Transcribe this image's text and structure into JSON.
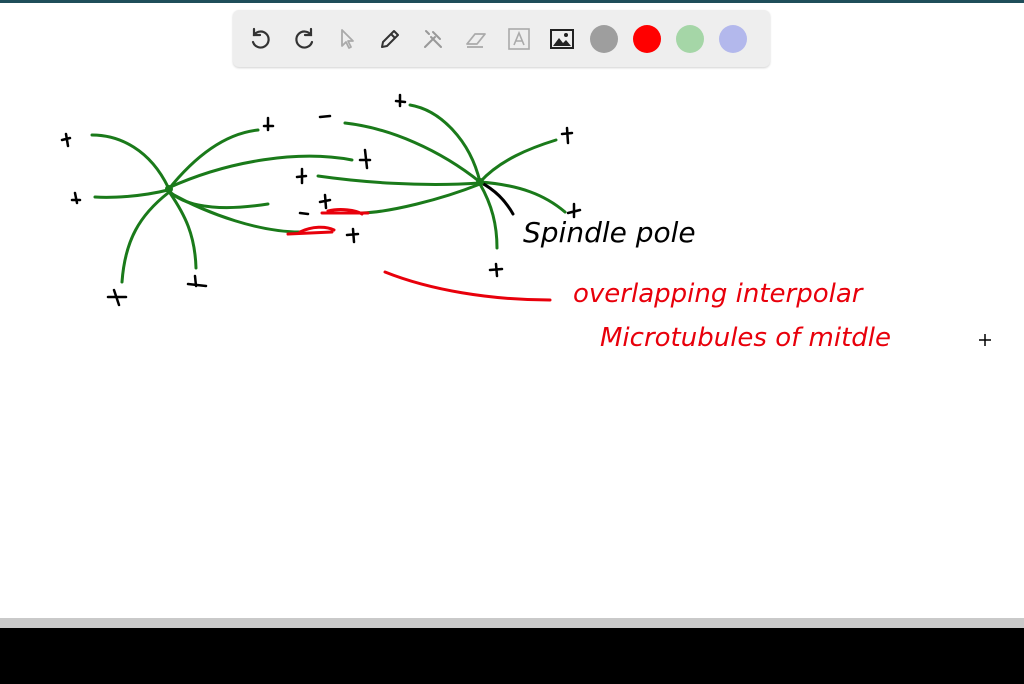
{
  "toolbar": {
    "tools": [
      "undo-icon",
      "redo-icon",
      "pointer-icon",
      "pen-icon",
      "tools-icon",
      "eraser-icon",
      "text-icon",
      "image-icon"
    ],
    "colors": {
      "gray": "#9e9e9e",
      "red": "#ff0000",
      "green": "#a5d6a7",
      "lavender": "#b3b8ec"
    }
  },
  "canvas": {
    "label_spindle": "Spindle pole",
    "label_overlap_line1": "overlapping interpolar",
    "label_overlap_line2": "Microtubules of mitdle"
  },
  "colors": {
    "ink_green": "#1a7a1a",
    "ink_black": "#000000",
    "ink_red": "#e8000b"
  }
}
